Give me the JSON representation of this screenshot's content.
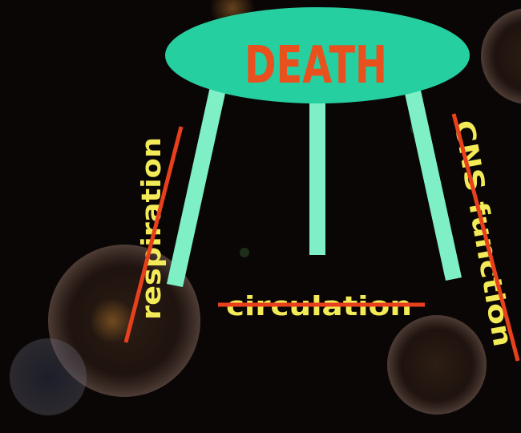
{
  "title": "DEATH",
  "legs": [
    {
      "label": "respiration",
      "crossed_out": true
    },
    {
      "label": "circulation",
      "crossed_out": true
    },
    {
      "label": "CNS function",
      "crossed_out": true
    }
  ],
  "colors": {
    "background": "#0b0606",
    "seat": "#26cfa0",
    "legs": "#7ff0c6",
    "title": "#e8501e",
    "labels": "#f3ea57",
    "strike": "#e8401c"
  }
}
